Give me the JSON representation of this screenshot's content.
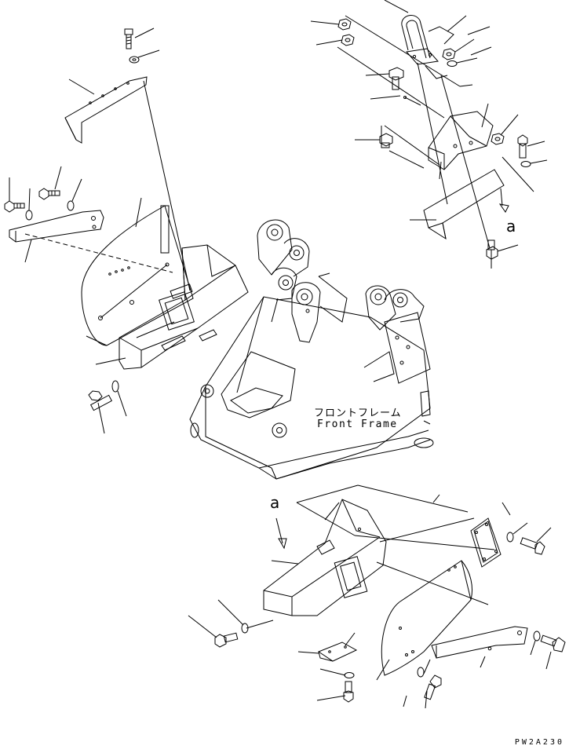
{
  "diagram": {
    "frame_label_jp": "フロントフレーム",
    "frame_label_en": "Front Frame",
    "view_ref_upper": "a",
    "view_ref_lower": "a",
    "drawing_code": "PW2A230"
  },
  "colors": {
    "line": "#000000",
    "background": "#ffffff"
  }
}
